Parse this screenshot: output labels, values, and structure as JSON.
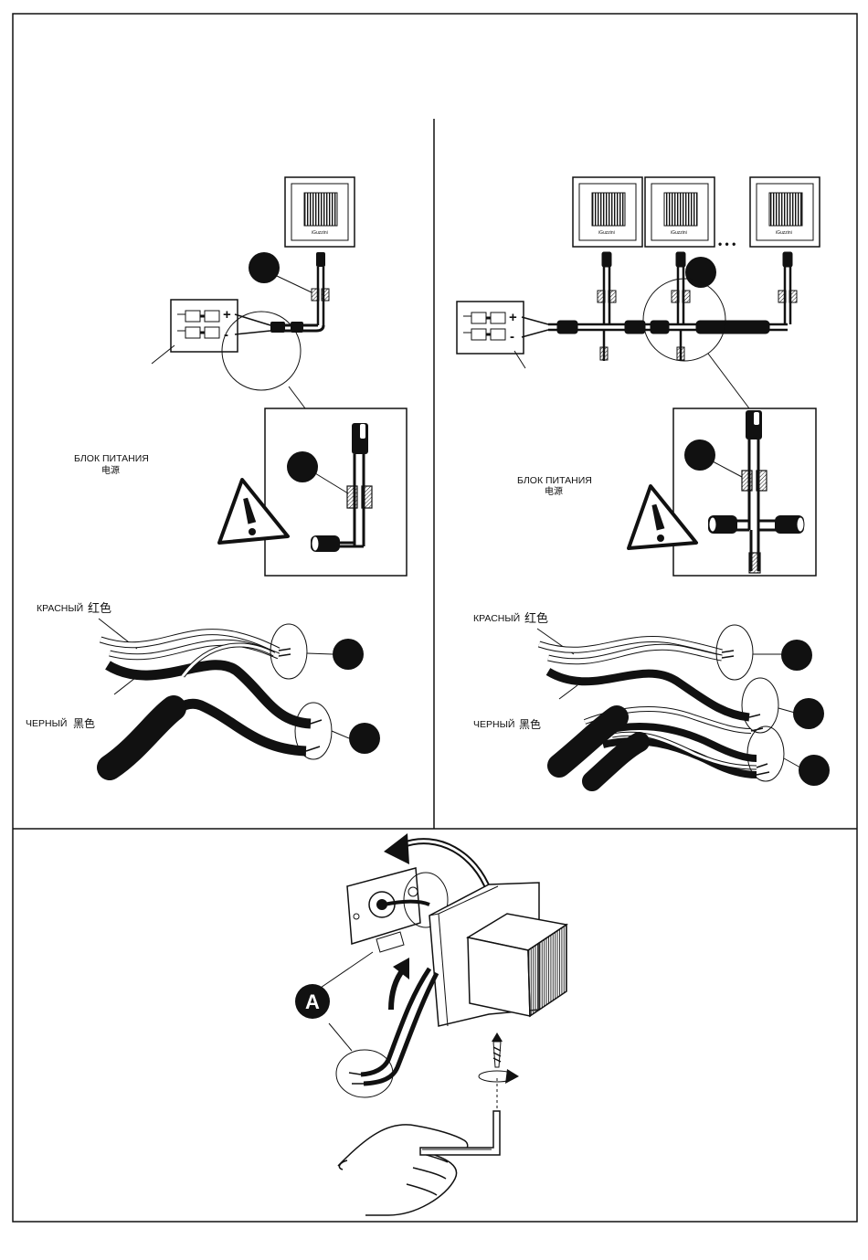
{
  "labels": {
    "power_supply_ru": "БЛОК ПИТАНИЯ",
    "power_supply_cn": "电源",
    "red_ru": "КРАСНЫЙ",
    "red_cn": "红色",
    "black_ru": "ЧЕРНЫЙ",
    "black_cn": "黑色",
    "marker_a": "A",
    "ellipsis": "• • •",
    "logo": "iGuzzini",
    "plus": "+",
    "minus": "-"
  },
  "colors": {
    "ink": "#111111",
    "paper": "#ffffff",
    "frame_fill": "#f4f4f4"
  }
}
